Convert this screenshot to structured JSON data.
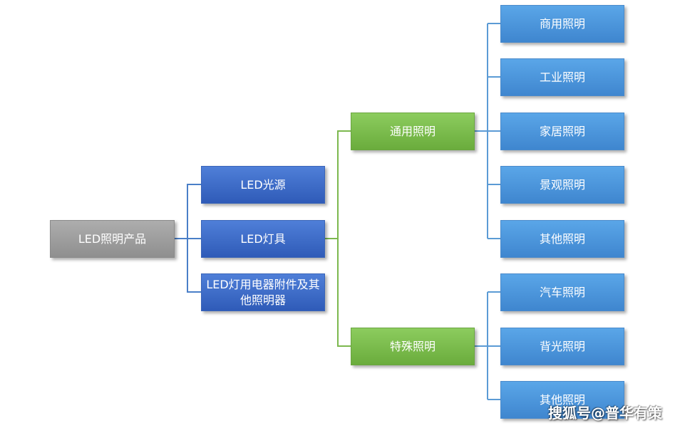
{
  "diagram": {
    "root": {
      "label": "LED照明产品"
    },
    "level1": [
      {
        "label": "LED光源"
      },
      {
        "label": "LED灯具"
      },
      {
        "label": "LED灯用电器附件及其他照明器"
      }
    ],
    "level2": [
      {
        "label": "通用照明"
      },
      {
        "label": "特殊照明"
      }
    ],
    "general_children": [
      {
        "label": "商用照明"
      },
      {
        "label": "工业照明"
      },
      {
        "label": "家居照明"
      },
      {
        "label": "景观照明"
      },
      {
        "label": "其他照明"
      }
    ],
    "special_children": [
      {
        "label": "汽车照明"
      },
      {
        "label": "背光照明"
      },
      {
        "label": "其他照明"
      }
    ]
  },
  "watermark": {
    "text": "搜狐号@普华有策"
  },
  "colors": {
    "root": "#9e9e9e",
    "level1": "#3f6fcc",
    "level2": "#7cbb4c",
    "leaf": "#4f97dd",
    "line_blue": "#4a7fc8",
    "line_green": "#7cb84e"
  }
}
